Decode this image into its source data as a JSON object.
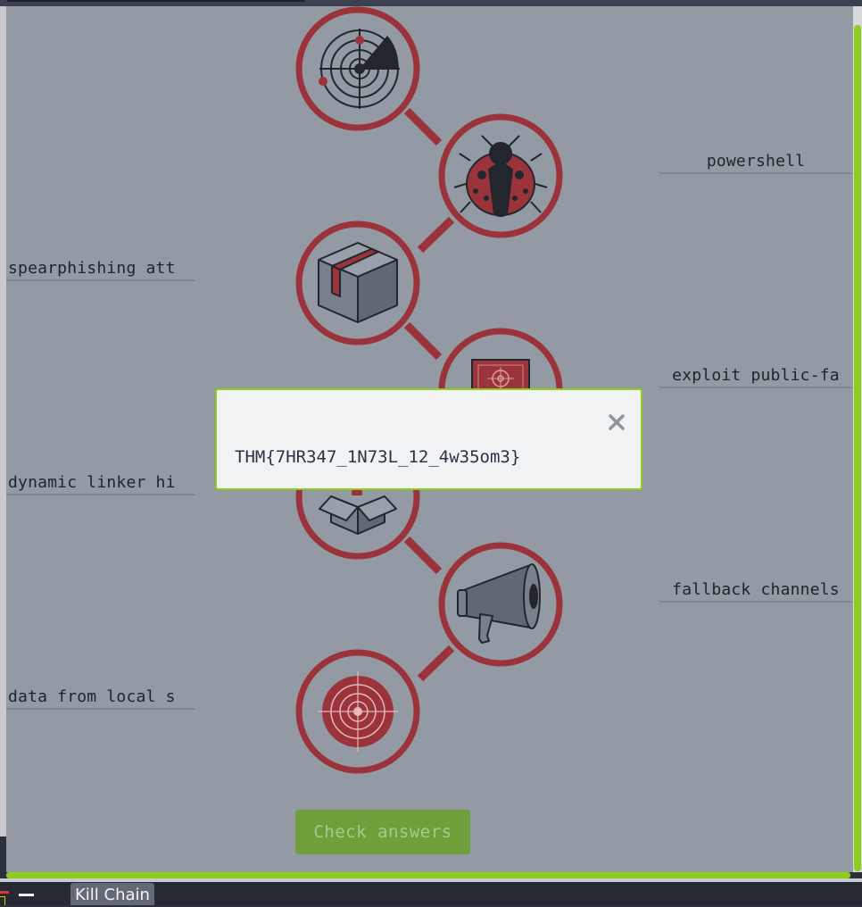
{
  "window": {
    "taskbar_title": "Kill Chain"
  },
  "answers": {
    "left": [
      "spearphishing att",
      "dynamic linker hi",
      "data from local s"
    ],
    "right": [
      "powershell",
      "exploit public-fa",
      "fallback channels"
    ]
  },
  "stages": [
    {
      "icon": "radar-icon"
    },
    {
      "icon": "ladybug-icon"
    },
    {
      "icon": "package-icon"
    },
    {
      "icon": "target-panel-icon"
    },
    {
      "icon": "open-box-icon"
    },
    {
      "icon": "megaphone-icon"
    },
    {
      "icon": "bullseye-icon"
    }
  ],
  "actions": {
    "check_label": "Check answers"
  },
  "modal": {
    "flag": "THM{7HR347_1N73L_12_4w35om3}",
    "close_icon": "close-icon"
  },
  "colors": {
    "ring": "#9a343a",
    "accent": "#8ccc1a",
    "button": "#6e9f3a",
    "stage_bg": "#949aa4"
  }
}
